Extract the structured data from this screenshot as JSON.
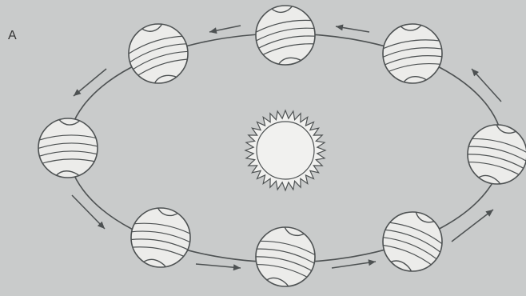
{
  "figure": {
    "panel_label": "A",
    "colors": {
      "background": "#c9cbcb",
      "ink": "#4d5152",
      "planet_fill": "#ececea",
      "sun_fill": "#f1f1ef"
    },
    "elements": {
      "sun": "sun-icon",
      "planet": "globe-icon",
      "arrow": "direction-arrow-icon"
    },
    "direction_of_motion": "counterclockwise",
    "planet_count": 8
  }
}
